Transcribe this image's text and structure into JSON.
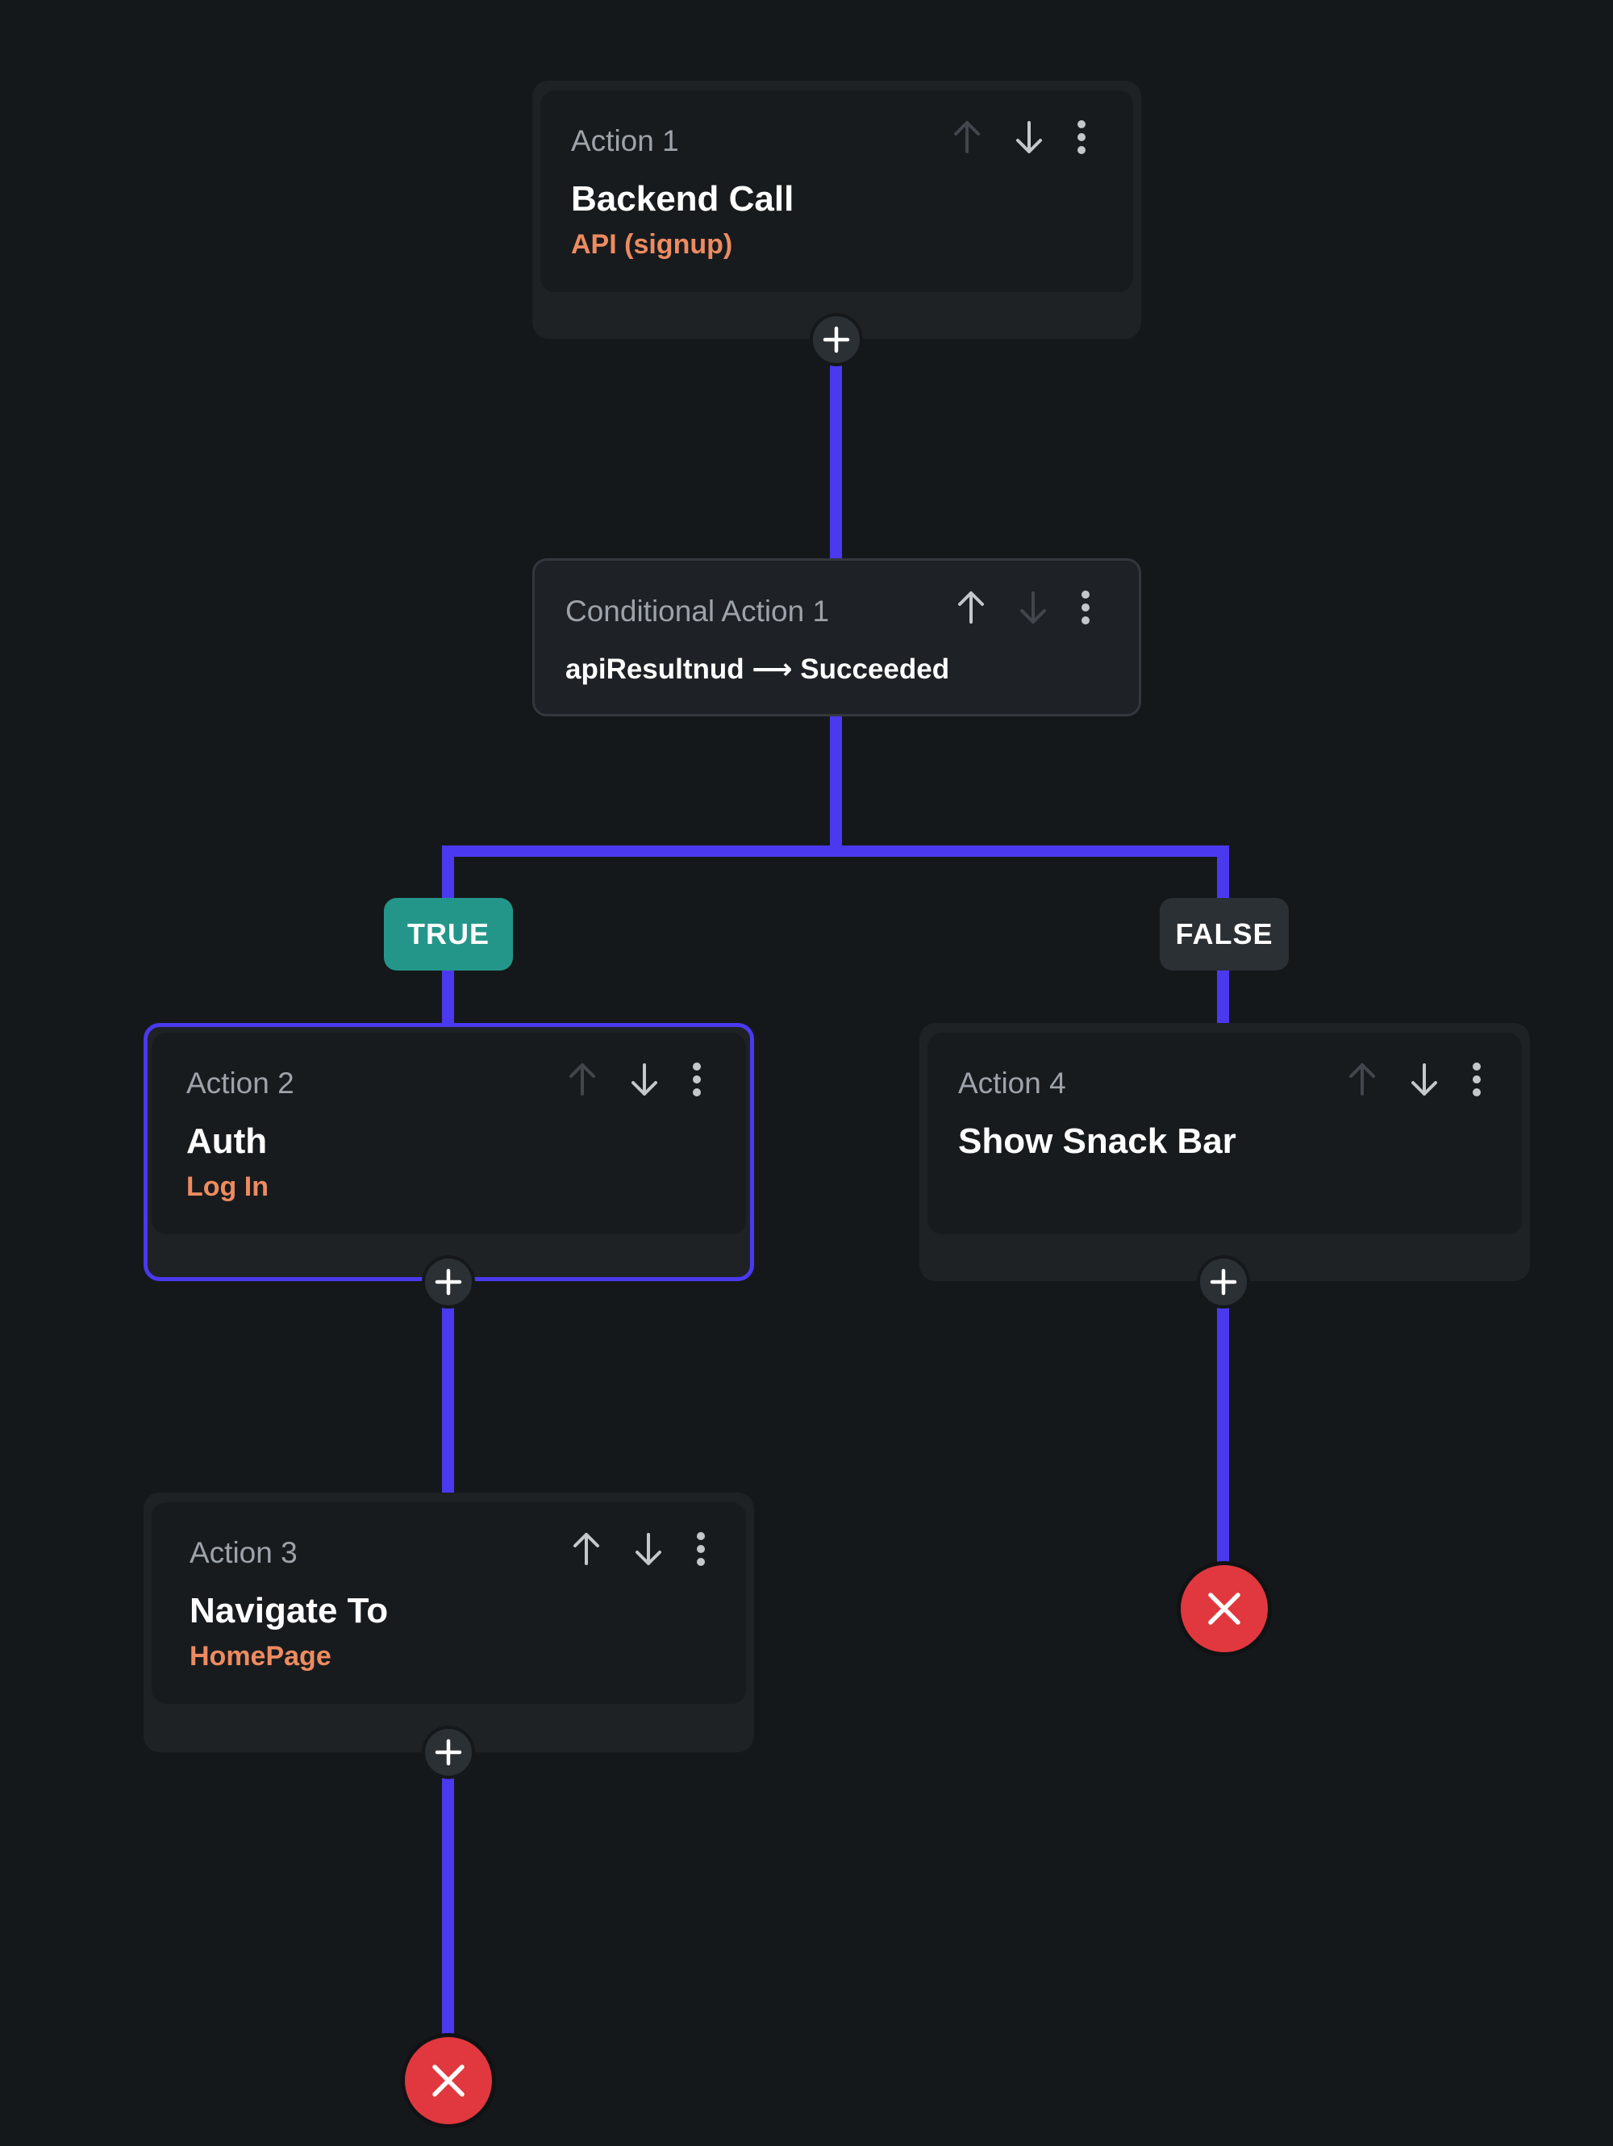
{
  "colors": {
    "background": "#15181b",
    "connector": "#4b39ef",
    "card_secondary_text": "#ee8b60",
    "true_badge": "#249689",
    "false_badge": "#2b3035",
    "terminate": "#e0383e"
  },
  "action1": {
    "label": "Action 1",
    "title": "Backend Call",
    "subtitle": "API (signup)",
    "move_up_enabled": false,
    "move_down_enabled": true
  },
  "condition1": {
    "label": "Conditional Action 1",
    "expression": "apiResultnud ⟶ Succeeded",
    "move_up_enabled": true,
    "move_down_enabled": false
  },
  "branches": {
    "true_label": "TRUE",
    "false_label": "FALSE"
  },
  "action2": {
    "label": "Action 2",
    "title": "Auth",
    "subtitle": "Log In",
    "selected": true,
    "move_up_enabled": false,
    "move_down_enabled": true
  },
  "action3": {
    "label": "Action 3",
    "title": "Navigate To",
    "subtitle": "HomePage",
    "move_up_enabled": true,
    "move_down_enabled": true
  },
  "action4": {
    "label": "Action 4",
    "title": "Show Snack Bar",
    "subtitle": "",
    "move_up_enabled": false,
    "move_down_enabled": true
  },
  "icons": {
    "move_up": "arrow-up-icon",
    "move_down": "arrow-down-icon",
    "more": "more-vert-icon",
    "add": "plus-icon",
    "terminate": "close-icon"
  }
}
